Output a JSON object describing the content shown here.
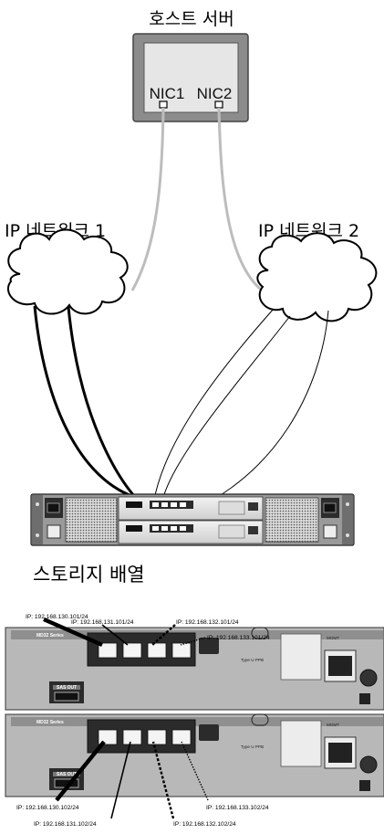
{
  "host": {
    "title": "호스트 서버",
    "nic1": "NIC1",
    "nic2": "NIC2"
  },
  "networks": [
    {
      "label": "IP 네트워크 1"
    },
    {
      "label": "IP 네트워크 2"
    }
  ],
  "storage": {
    "title": "스토리지 배열"
  },
  "detail": {
    "panel_label": "MD32 Series",
    "sas_out": "SAS OUT",
    "type_label": "Type U PPB",
    "mgmt_label": "MGMT",
    "ip_labels": {
      "c0_101": "IP: 192.168.130.101/24",
      "c1_101": "IP: 192.168.131.101/24",
      "c2_101": "IP: 192.168.132.101/24",
      "c3_101": "IP: 192.168.133.101/24",
      "c0_102": "IP: 192.168.130.102/24",
      "c1_102": "IP: 192.168.131.102/24",
      "c2_102": "IP: 192.168.132.102/24",
      "c3_102": "IP: 192.168.133.102/24"
    }
  },
  "colors": {
    "server_body": "#8c8c8c",
    "server_face": "#e6e6e6",
    "cable_gray": "#bdbdbd",
    "controller_dark": "#2b2b2b"
  }
}
